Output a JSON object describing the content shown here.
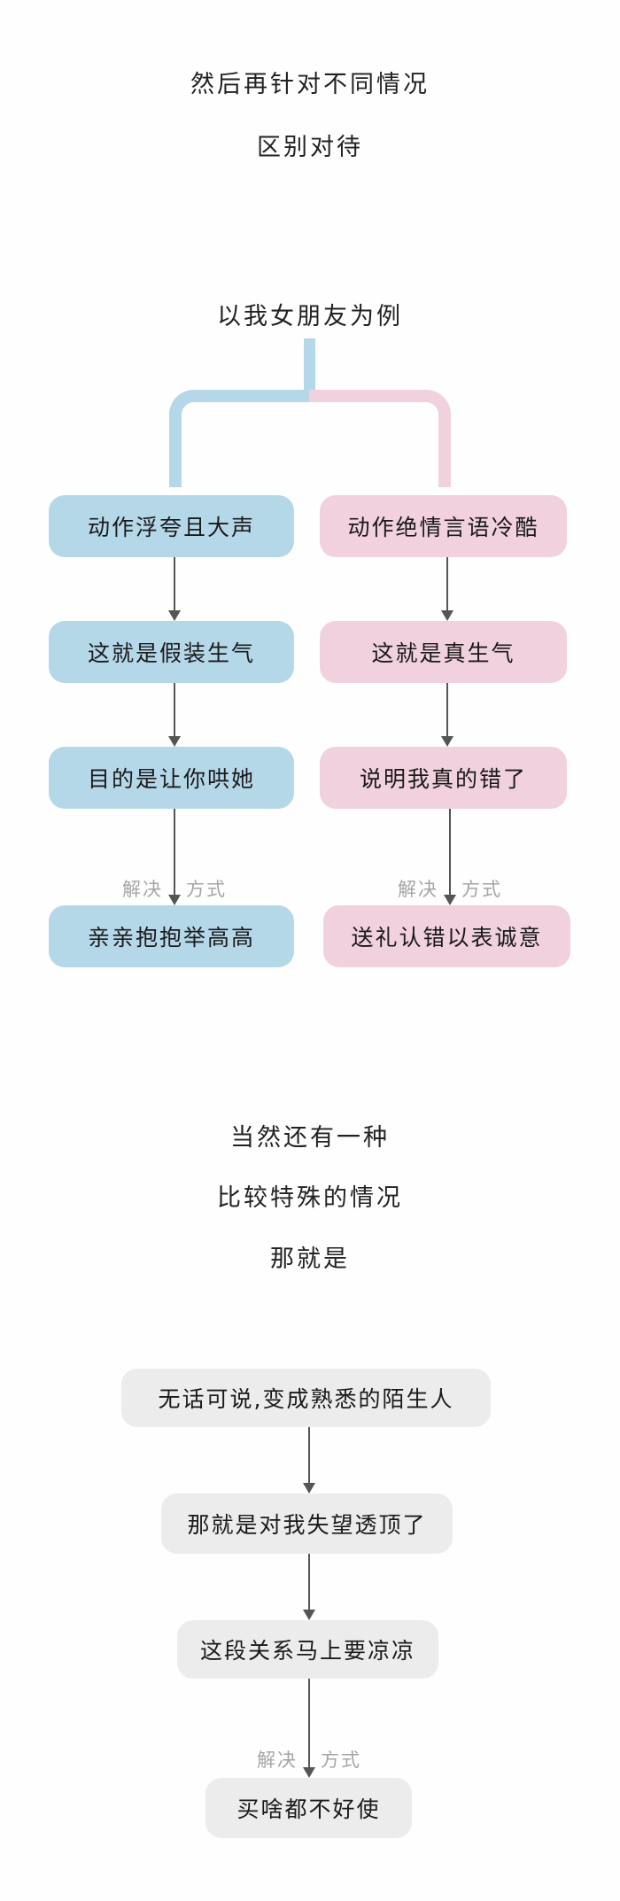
{
  "intro": {
    "line1": "然后再针对不同情况",
    "line2": "区别对待"
  },
  "example_title": "以我女朋友为例",
  "colors": {
    "blue": "#b5d8e9",
    "pink": "#f1d1de",
    "gray": "#ececec",
    "arrow": "#555555"
  },
  "left_branch": [
    "动作浮夸且大声",
    "这就是假装生气",
    "目的是让你哄她",
    "亲亲抱抱举高高"
  ],
  "right_branch": [
    "动作绝情言语冷酷",
    "这就是真生气",
    "说明我真的错了",
    "送礼认错以表诚意"
  ],
  "solution_label": {
    "left": "解决",
    "right": "方式"
  },
  "outro": {
    "line1": "当然还有一种",
    "line2": "比较特殊的情况",
    "line3": "那就是"
  },
  "special_branch": [
    "无话可说,变成熟悉的陌生人",
    "那就是对我失望透顶了",
    "这段关系马上要凉凉",
    "买啥都不好使"
  ]
}
